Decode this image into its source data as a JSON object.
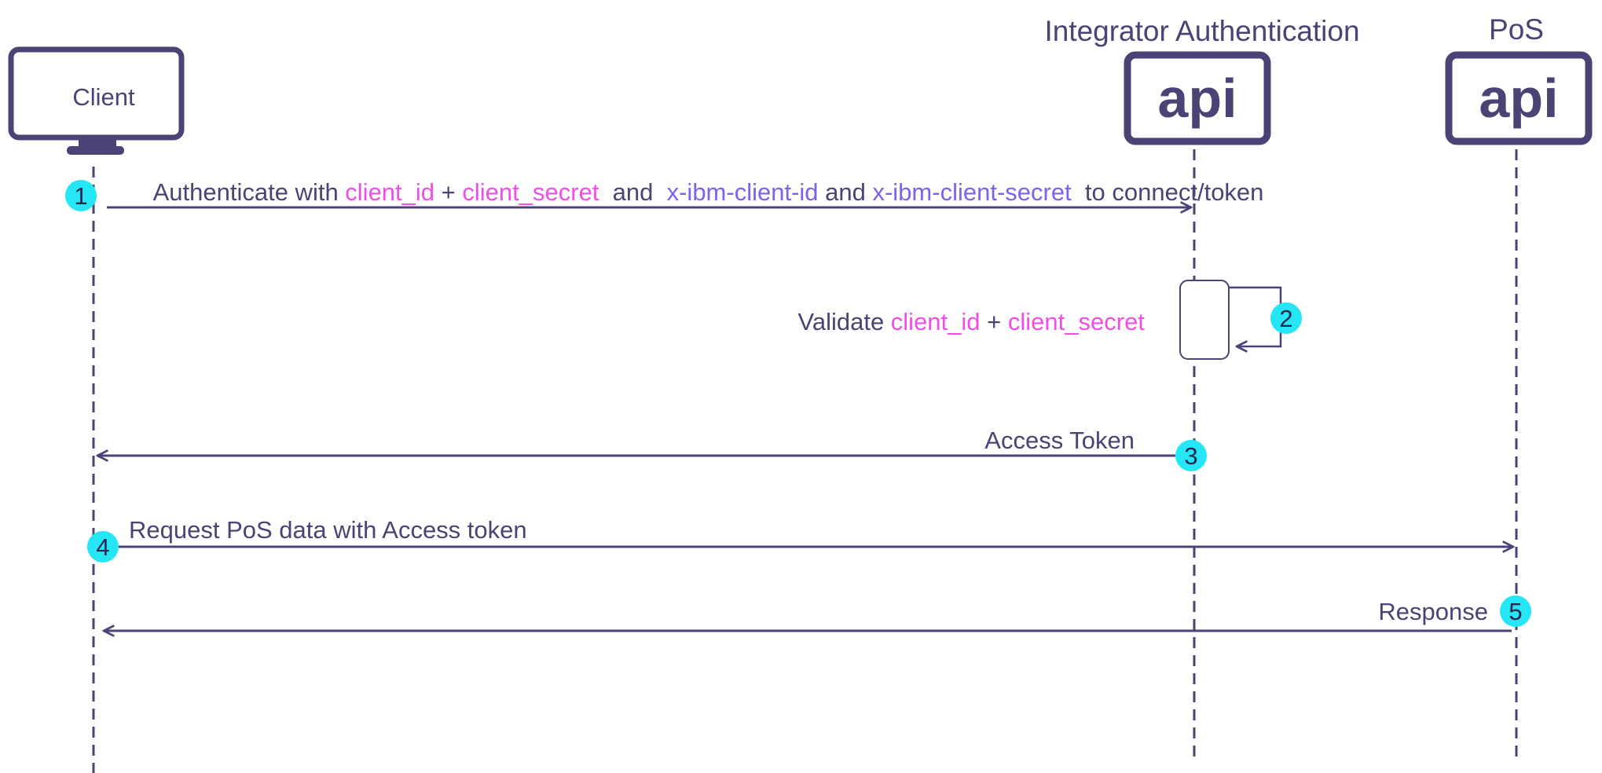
{
  "colors": {
    "ink": "#4a4375",
    "highlight_pink": "#f04ee6",
    "highlight_purple": "#7a63f0",
    "badge": "#24e6f5"
  },
  "participants": {
    "client": {
      "label": "Client",
      "icon": "monitor-icon"
    },
    "integrator": {
      "title": "Integrator Authentication",
      "icon_text": "api",
      "icon": "api-icon"
    },
    "pos": {
      "title": "PoS",
      "icon_text": "api",
      "icon": "api-icon"
    }
  },
  "steps": [
    {
      "number": "1",
      "segments": [
        {
          "text": "Authenticate with ",
          "style": "plain"
        },
        {
          "text": "client_id",
          "style": "pink"
        },
        {
          "text": " + ",
          "style": "plain"
        },
        {
          "text": "client_secret",
          "style": "pink"
        },
        {
          "text": "  and  ",
          "style": "plain"
        },
        {
          "text": "x-ibm-client-id",
          "style": "purple"
        },
        {
          "text": " and ",
          "style": "plain"
        },
        {
          "text": "x-ibm-client-secret",
          "style": "purple"
        },
        {
          "text": "  to connect/token",
          "style": "plain"
        }
      ]
    },
    {
      "number": "2",
      "segments": [
        {
          "text": "Validate ",
          "style": "plain"
        },
        {
          "text": "client_id",
          "style": "pink"
        },
        {
          "text": " + ",
          "style": "plain"
        },
        {
          "text": "client_secret",
          "style": "pink"
        }
      ]
    },
    {
      "number": "3",
      "label": "Access Token"
    },
    {
      "number": "4",
      "label": "Request PoS data with Access token"
    },
    {
      "number": "5",
      "label": "Response"
    }
  ]
}
